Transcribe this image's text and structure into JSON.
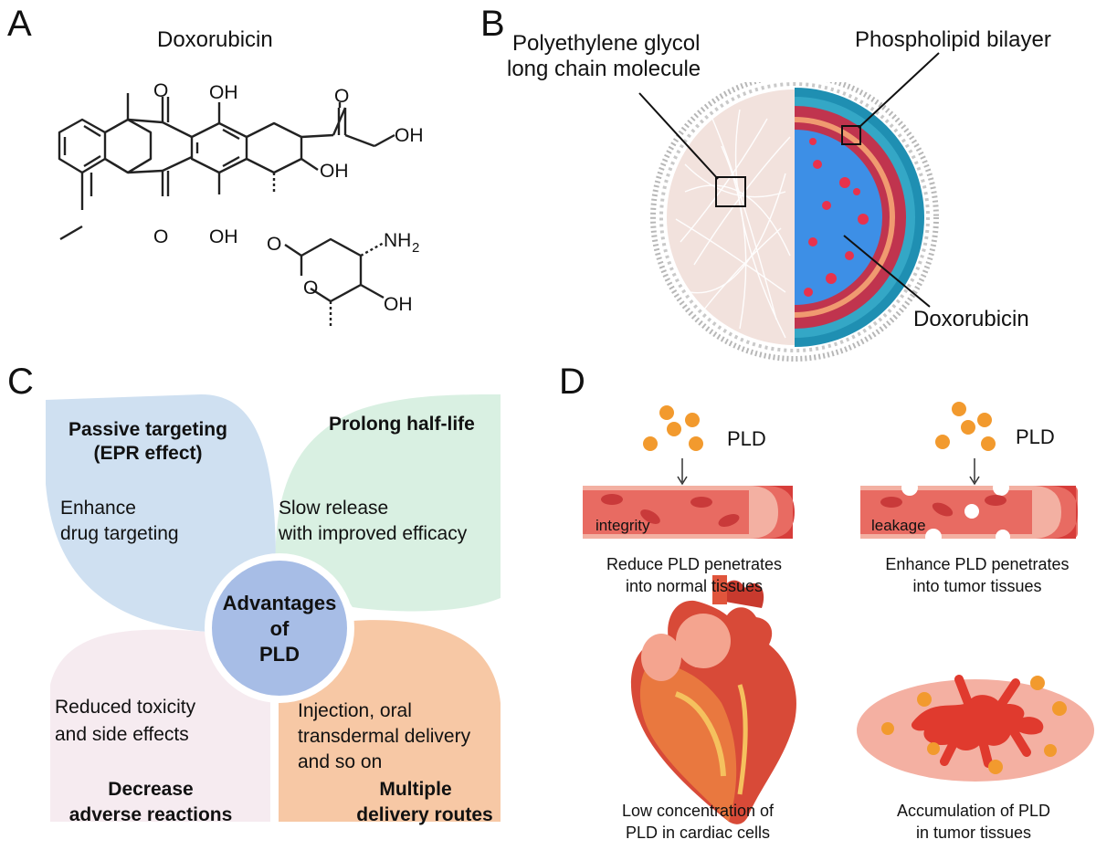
{
  "panels": {
    "a": "A",
    "b": "B",
    "c": "C",
    "d": "D"
  },
  "panel_a": {
    "title": "Doxorubicin",
    "atoms": {
      "o1": "O",
      "oh1": "OH",
      "o2": "O",
      "oh_chain": "OH",
      "oh2": "OH",
      "o3": "O",
      "oh3": "OH",
      "o4": "O",
      "nh2": "NH",
      "nh2_sub": "2",
      "o5": "O",
      "oh4": "OH"
    }
  },
  "panel_b": {
    "label_peg_line1": "Polyethylene glycol",
    "label_peg_line2": "long chain molecule",
    "label_bilayer": "Phospholipid bilayer",
    "label_dox": "Doxorubicin"
  },
  "panel_c": {
    "center_line1": "Advantages",
    "center_line2": "of",
    "center_line3": "PLD",
    "tl_title_1": "Passive targeting",
    "tl_title_2": "(EPR effect)",
    "tl_body_1": "Enhance",
    "tl_body_2": "drug targeting",
    "tr_title": "Prolong half-life",
    "tr_body_1": "Slow release",
    "tr_body_2": "with improved efficacy",
    "bl_body_1": "Reduced toxicity",
    "bl_body_2": "and side effects",
    "bl_title_1": "Decrease",
    "bl_title_2": "adverse reactions",
    "br_body_1": "Injection, oral",
    "br_body_2": "transdermal delivery",
    "br_body_3": "and so on",
    "br_title_1": "Multiple",
    "br_title_2": "delivery routes",
    "colors": {
      "blue": "#cfe0f1",
      "green": "#d9f0e2",
      "pink": "#f6ebf0",
      "orange": "#f7c8a5",
      "center": "#a7bde6"
    }
  },
  "panel_d": {
    "pld_left": "PLD",
    "pld_right": "PLD",
    "vessel_left_label": "integrity",
    "vessel_right_label": "leakage",
    "caption_left_1": "Reduce PLD penetrates",
    "caption_left_2": "into normal tissues",
    "caption_right_1": "Enhance PLD penetrates",
    "caption_right_2": "into tumor tissues",
    "caption_heart_1": "Low concentration of",
    "caption_heart_2": "PLD in cardiac cells",
    "caption_tumor_1": "Accumulation of PLD",
    "caption_tumor_2": "in tumor tissues"
  }
}
